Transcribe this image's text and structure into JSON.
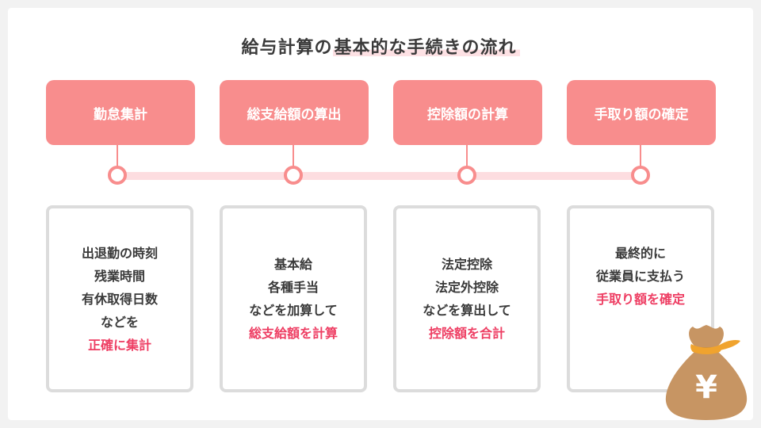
{
  "title": {
    "part1": "給与計算の",
    "highlight": "基本的な手続きの流れ"
  },
  "steps": [
    {
      "label": "勤怠集計",
      "lines": [
        "出退勤の時刻",
        "残業時間",
        "有休取得日数",
        "などを"
      ],
      "result": "正確に集計"
    },
    {
      "label": "総支給額の算出",
      "lines": [
        "基本給",
        "各種手当",
        "などを加算して"
      ],
      "result": "総支給額を計算"
    },
    {
      "label": "控除額の計算",
      "lines": [
        "法定控除",
        "法定外控除",
        "などを算出して"
      ],
      "result": "控除額を合計"
    },
    {
      "label": "手取り額の確定",
      "lines": [
        "最終的に",
        "従業員に支払う"
      ],
      "result": "手取り額を確定"
    }
  ],
  "bag": {
    "icon": "money-bag-icon",
    "symbol": "¥"
  },
  "colors": {
    "step_fill": "#f88d8d",
    "accent_text": "#ee3e63",
    "timeline": "#fddde0",
    "box_border": "#dcdcdc",
    "bag": "#c79563"
  }
}
